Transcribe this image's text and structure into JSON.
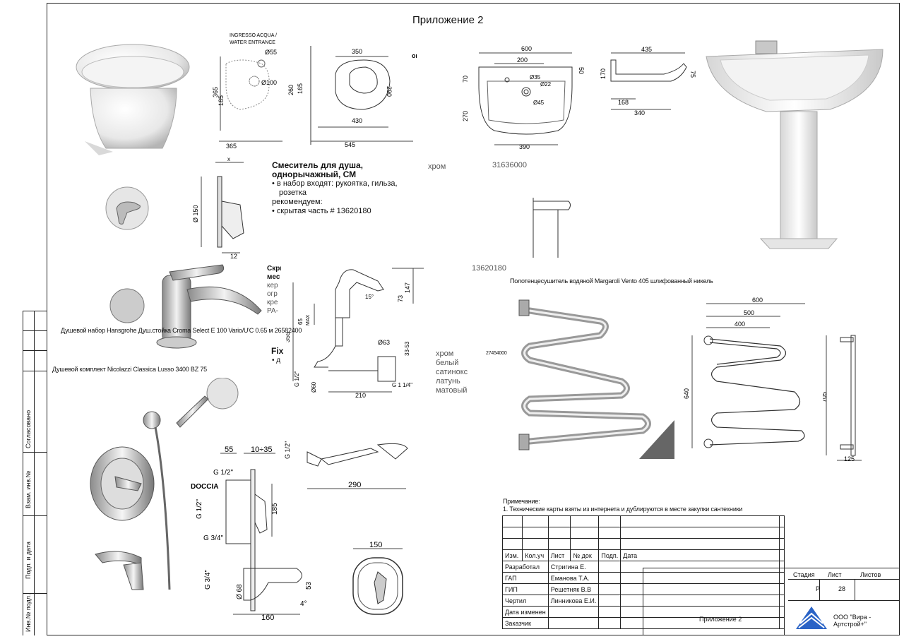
{
  "title": "Приложение 2",
  "toilet": {
    "water_entrance_label": "INGRESSO ACQUA /\nWATER ENTRANCE",
    "dims_front": [
      "Ø55",
      "Ø100",
      "365",
      "185",
      "365"
    ],
    "dims_plan": [
      "350",
      "260",
      "165",
      "290",
      "430",
      "545"
    ],
    "chrome_partial": "хром"
  },
  "basin": {
    "dims_plan": [
      "600",
      "200",
      "70",
      "50",
      "Ø35",
      "Ø22",
      "Ø45",
      "270",
      "390"
    ],
    "dims_side": [
      "435",
      "170",
      "75",
      "168",
      "340"
    ]
  },
  "shower_mixer": {
    "title_line1": "Смеситель для душа,",
    "title_line2": "однорычажный, СМ",
    "bullet1": "в набор входят: рукоятка, гильза,",
    "bullet1_cont": "розетка",
    "recommend": "рекомендуем:",
    "bullet2": "скрытая часть # 13620180",
    "finish": "хром",
    "code": "31636000",
    "dims": [
      "x",
      "Ø 150",
      "12"
    ],
    "code2": "13620180"
  },
  "shower_set_caption": "Душевой набор  Hansgrohe Душ.стойка Croma Select E 100 Vario/U'C 0.65 м 26582400",
  "faucet": {
    "partial_lines": [
      "Скры",
      "мес",
      "кер",
      "огр",
      "кре",
      "PA-"
    ],
    "fix_label": "Fix",
    "fix_bullet": "д",
    "dims": [
      "147",
      "73",
      "15°",
      "65",
      "MAX",
      "355",
      "Ø63",
      "33-53",
      "G 1/2\"",
      "Ø60",
      "210",
      "G 1 1/4\""
    ],
    "finishes": [
      "хром",
      "белый",
      "сатинокс",
      "латунь",
      "матовый"
    ],
    "code": "27454000"
  },
  "shower_kit_caption": "Душевой комплект Nicolazzi Classica Lusso 3400 BZ 75",
  "shower_kit": {
    "dims": [
      "55",
      "10÷35",
      "G 1/2\"",
      "DOCCIA",
      "G 1/2\"",
      "G 3/4\"",
      "185",
      "G 3/4\"",
      "Ø 68",
      "53",
      "4°",
      "160",
      "G 1/2\"",
      "290",
      "150"
    ]
  },
  "towel_rail": {
    "caption": "Полотенцесушитель водяной Margaroli Vento 405 шлифованный никель",
    "dims": [
      "600",
      "500",
      "400",
      "640",
      "705",
      "125"
    ]
  },
  "note": {
    "heading": "Примечание:",
    "text": "1. Технические карты взяты из интернета и дублируются в месте закупки сантехники"
  },
  "stamp": {
    "labels": [
      "Согласовано",
      "Взам. инв.№",
      "Подп. и дата",
      "Инв.№ подл."
    ]
  },
  "title_block": {
    "header": [
      "Изм.",
      "Кол.уч",
      "Лист",
      "№ док",
      "Подп.",
      "Дата"
    ],
    "rows": [
      {
        "role": "Разработал",
        "name": "Стригина Е."
      },
      {
        "role": "ГАП",
        "name": "Еманова Т.А."
      },
      {
        "role": "ГИП",
        "name": "Решетняк В.В"
      },
      {
        "role": "Чертил",
        "name": "Линникова Е.И."
      },
      {
        "role": "Дата изменен",
        "name": ""
      },
      {
        "role": "Заказчик",
        "name": ""
      }
    ],
    "stage_label": "Стадия",
    "sheet_label": "Лист",
    "sheets_label": "Листов",
    "stage": "Р",
    "sheet": "28",
    "sheets": "",
    "doc_name": "Приложение 2",
    "company": "ООО \"Вира - Артстрой+\""
  },
  "colors": {
    "line": "#222222",
    "chrome": "#c8c8c8",
    "logo_blue": "#2a63c6"
  }
}
